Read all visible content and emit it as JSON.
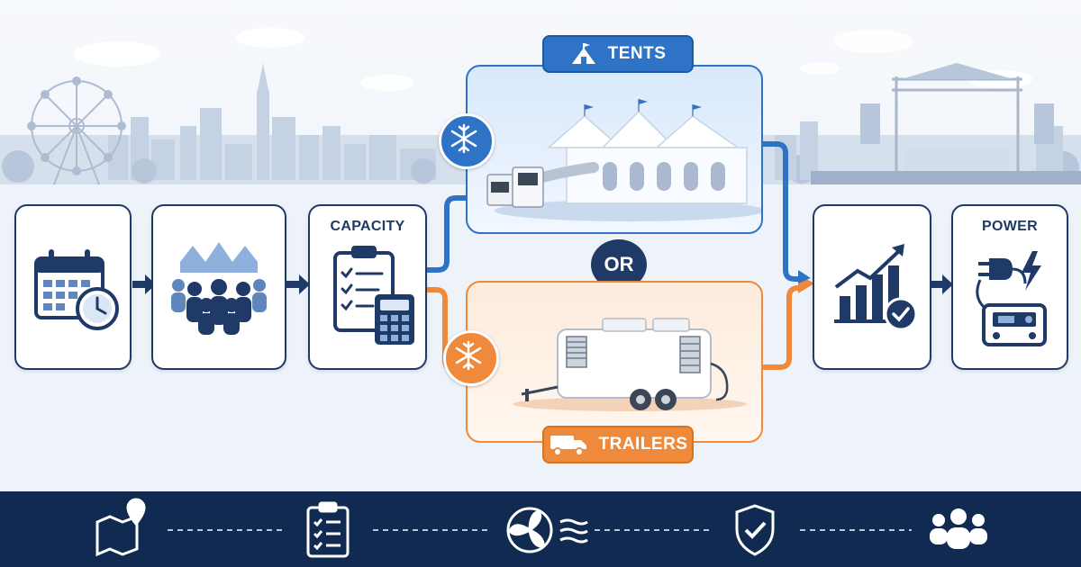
{
  "steps": {
    "schedule": {
      "label": "",
      "icon": "calendar-clock-icon"
    },
    "crowd": {
      "label": "",
      "icon": "crowd-icon"
    },
    "capacity": {
      "label": "CAPACITY",
      "icon": "clipboard-calculator-icon"
    },
    "analysis": {
      "label": "",
      "icon": "bar-chart-check-icon"
    },
    "power": {
      "label": "POWER",
      "icon": "plug-lightning-generator-icon"
    }
  },
  "options": {
    "tents": {
      "label": "TENTS",
      "icon": "tent-icon"
    },
    "or_label": "OR",
    "trailers": {
      "label": "TRAILERS",
      "icon": "truck-icon"
    }
  },
  "footer_icons": [
    "map-pin-icon",
    "checklist-icon",
    "fan-icon",
    "shield-check-icon",
    "group-icon"
  ],
  "colors": {
    "navy": "#1f3a66",
    "tents_blue": "#2f73c6",
    "trailers_orange": "#ef8a3c",
    "footer_bg": "#112a52"
  }
}
